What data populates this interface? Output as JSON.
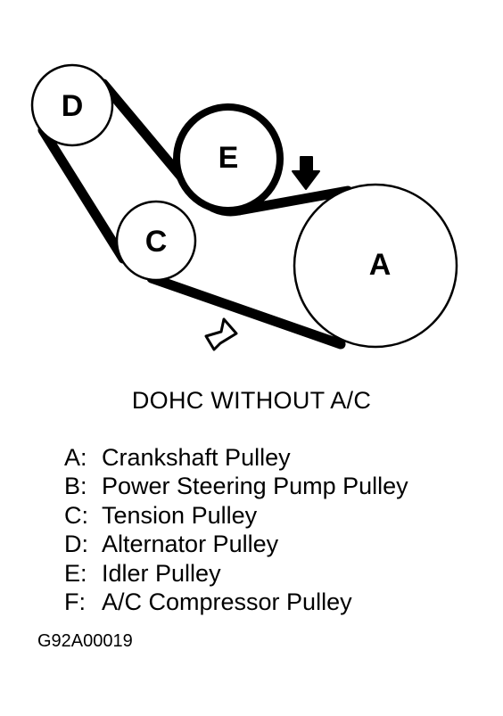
{
  "diagram": {
    "pulleys": [
      {
        "id": "A",
        "label": "A"
      },
      {
        "id": "C",
        "label": "C"
      },
      {
        "id": "D",
        "label": "D"
      },
      {
        "id": "E",
        "label": "E"
      }
    ],
    "colors": {
      "ink": "#000000",
      "background": "#ffffff"
    }
  },
  "caption": "DOHC WITHOUT A/C",
  "legend": [
    {
      "key": "A:",
      "text": "Crankshaft Pulley"
    },
    {
      "key": "B:",
      "text": "Power Steering Pump Pulley"
    },
    {
      "key": "C:",
      "text": "Tension Pulley"
    },
    {
      "key": "D:",
      "text": "Alternator Pulley"
    },
    {
      "key": "E:",
      "text": "Idler Pulley"
    },
    {
      "key": "F:",
      "text": "A/C Compressor Pulley"
    }
  ],
  "figure_id": "G92A00019"
}
